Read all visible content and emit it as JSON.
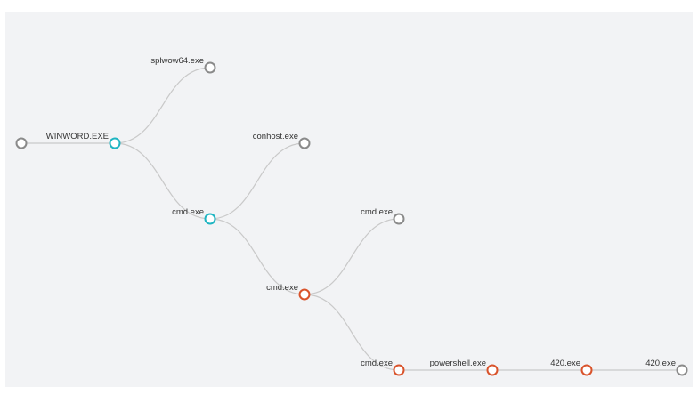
{
  "colors": {
    "default": "#8a8a8a",
    "highlight": "#1fb5c2",
    "alert": "#d9532b",
    "edge": "#c9c9c9"
  },
  "tree": {
    "nodes": [
      {
        "id": "root",
        "label": "",
        "status": "default"
      },
      {
        "id": "winword",
        "label": "WINWORD.EXE",
        "status": "highlight"
      },
      {
        "id": "splwow64",
        "label": "splwow64.exe",
        "status": "default"
      },
      {
        "id": "cmd1",
        "label": "cmd.exe",
        "status": "highlight"
      },
      {
        "id": "conhost",
        "label": "conhost.exe",
        "status": "default"
      },
      {
        "id": "cmd2",
        "label": "cmd.exe",
        "status": "alert"
      },
      {
        "id": "cmd3",
        "label": "cmd.exe",
        "status": "default"
      },
      {
        "id": "cmd4",
        "label": "cmd.exe",
        "status": "alert"
      },
      {
        "id": "powershell",
        "label": "powershell.exe",
        "status": "alert"
      },
      {
        "id": "exe420a",
        "label": "420.exe",
        "status": "alert"
      },
      {
        "id": "exe420b",
        "label": "420.exe",
        "status": "default"
      }
    ],
    "edges": [
      [
        "root",
        "winword"
      ],
      [
        "winword",
        "splwow64"
      ],
      [
        "winword",
        "cmd1"
      ],
      [
        "cmd1",
        "conhost"
      ],
      [
        "cmd1",
        "cmd2"
      ],
      [
        "cmd2",
        "cmd3"
      ],
      [
        "cmd2",
        "cmd4"
      ],
      [
        "cmd4",
        "powershell"
      ],
      [
        "powershell",
        "exe420a"
      ],
      [
        "exe420a",
        "exe420b"
      ]
    ]
  }
}
